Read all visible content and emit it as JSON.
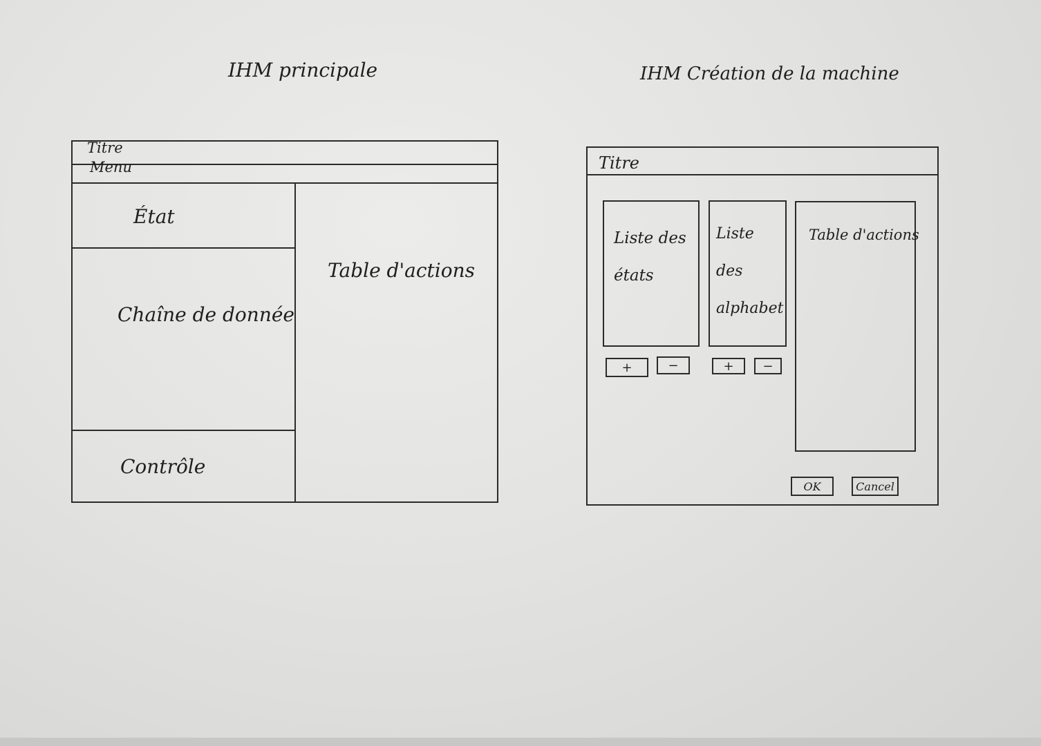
{
  "main_screen": {
    "heading": "IHM principale",
    "title_bar": "Titre",
    "menu_bar": "Menu",
    "state_panel": "État",
    "data_string_panel": "Chaîne de donnée",
    "control_panel": "Contrôle",
    "action_table": "Table d'actions"
  },
  "creation_screen": {
    "heading": "IHM Création de la machine",
    "title_bar": "Titre",
    "states_list": "Liste des états",
    "alphabet_list": "Liste des alphabet",
    "action_table": "Table d'actions",
    "states_add_button": "+",
    "states_remove_button": "−",
    "alphabet_add_button": "+",
    "alphabet_remove_button": "−",
    "ok_button": "OK",
    "cancel_button": "Cancel"
  }
}
